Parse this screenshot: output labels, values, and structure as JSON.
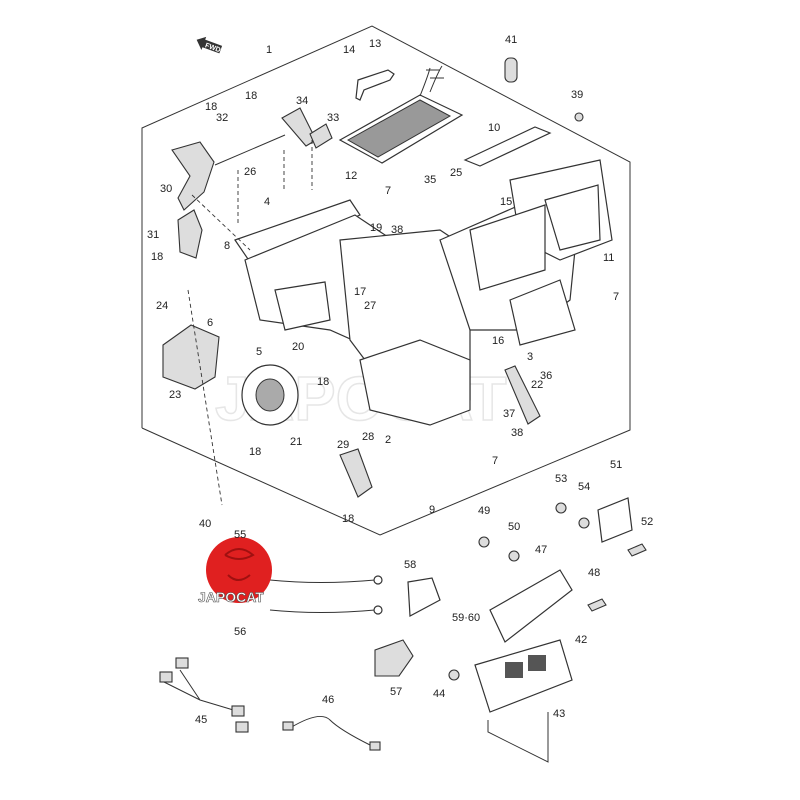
{
  "diagram": {
    "direction_marker": "FWD",
    "watermark": "JAPOCAT",
    "brand_color": "#e02020",
    "callouts": [
      "1",
      "14",
      "13",
      "41",
      "39",
      "18",
      "32",
      "18",
      "34",
      "33",
      "26",
      "12",
      "10",
      "25",
      "35",
      "7",
      "15",
      "30",
      "4",
      "19",
      "38",
      "31",
      "8",
      "18",
      "11",
      "7",
      "24",
      "6",
      "17",
      "27",
      "16",
      "3",
      "5",
      "20",
      "36",
      "22",
      "18",
      "23",
      "37",
      "38",
      "21",
      "2",
      "28",
      "29",
      "18",
      "7",
      "9",
      "18",
      "40",
      "49",
      "53",
      "54",
      "51",
      "52",
      "50",
      "47",
      "48",
      "58",
      "59·60",
      "56",
      "55",
      "42",
      "44",
      "57",
      "45",
      "46",
      "43"
    ]
  }
}
